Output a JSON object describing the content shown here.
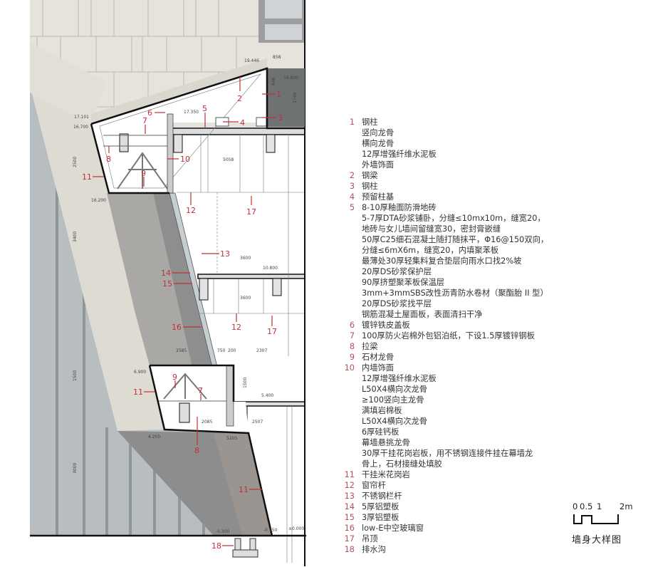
{
  "drawing": {
    "callouts": [
      "1",
      "2",
      "3",
      "4",
      "5",
      "6",
      "7",
      "8",
      "9",
      "10",
      "11",
      "12",
      "17",
      "13",
      "14",
      "15",
      "16",
      "12",
      "17",
      "9",
      "11",
      "7",
      "8",
      "11",
      "18"
    ],
    "dimensions": [
      "19.446",
      "858",
      "16.800",
      "2746",
      "17.101",
      "16.700",
      "17.350",
      "2500",
      "5058",
      "16.200",
      "3400",
      "3600",
      "10.800",
      "3600",
      "2585",
      "750",
      "200",
      "2307",
      "6.900",
      "1500",
      "5.400",
      "2085",
      "2507",
      "4.200",
      "5205",
      "3000",
      "-0.300",
      "-0.150",
      "±0.000",
      "1500",
      "646"
    ]
  },
  "legend": [
    {
      "num": "1",
      "lines": [
        "钢柱",
        "竖向龙骨",
        "横向龙骨",
        "12厚增强纤维水泥板",
        "外墙饰面"
      ]
    },
    {
      "num": "2",
      "lines": [
        "钢梁"
      ]
    },
    {
      "num": "3",
      "lines": [
        "钢柱"
      ]
    },
    {
      "num": "4",
      "lines": [
        "预留柱基"
      ]
    },
    {
      "num": "5",
      "lines": [
        "8-10厚釉面防滑地砖",
        "5-7厚DTA砂浆铺卧，分缝≤10mx10m，缝宽20，",
        "地砖与女儿墙间留缝宽30，密封膏嵌缝",
        "50厚C25细石混凝土随打随抹平，Φ16@150双向，",
        "分缝≤6mX6m，缝宽20，内填聚苯板",
        "最薄处30厚轻集料复合垫层向雨水口找2%坡",
        "20厚DS砂浆保护层",
        "90厚挤塑聚苯板保温层",
        "3mm+3mmSBS改性沥青防水卷材（聚酯胎 II 型）",
        "20厚DS砂浆找平层",
        "钢筋混凝土屋面板，表面清扫干净"
      ]
    },
    {
      "num": "6",
      "lines": [
        "镀锌铁皮盖板"
      ]
    },
    {
      "num": "7",
      "lines": [
        "100厚防火岩棉外包铝泊纸，下设1.5厚镀锌钢板"
      ]
    },
    {
      "num": "8",
      "lines": [
        "拉梁"
      ]
    },
    {
      "num": "9",
      "lines": [
        "石材龙骨"
      ]
    },
    {
      "num": "10",
      "lines": [
        "内墙饰面",
        "12厚增强纤维水泥板",
        "L50X4横向次龙骨",
        "≥100竖向主龙骨",
        "满填岩棉板",
        "L50X4横向次龙骨",
        "6厚硅钙板",
        "幕墙悬挑龙骨",
        "30厚干挂花岗岩板，用不锈钢连接件挂在幕墙龙",
        "骨上，石材接缝处填胶"
      ]
    },
    {
      "num": "11",
      "lines": [
        "干挂米花岗岩"
      ]
    },
    {
      "num": "12",
      "lines": [
        "窗帘杆"
      ]
    },
    {
      "num": "13",
      "lines": [
        "不锈钢栏杆"
      ]
    },
    {
      "num": "14",
      "lines": [
        "5厚铝塑板"
      ]
    },
    {
      "num": "15",
      "lines": [
        "3厚铝塑板"
      ]
    },
    {
      "num": "16",
      "lines": [
        "low-E中空玻璃窗"
      ]
    },
    {
      "num": "17",
      "lines": [
        "吊顶"
      ]
    },
    {
      "num": "18",
      "lines": [
        "排水沟"
      ]
    }
  ],
  "scale_bar": {
    "ticks": [
      "0",
      "0.5",
      "1",
      "2m"
    ],
    "title": "墙身大样图"
  },
  "colors": {
    "callout": "#c0303a",
    "stone": "#e4e1da",
    "outline": "#111111"
  }
}
